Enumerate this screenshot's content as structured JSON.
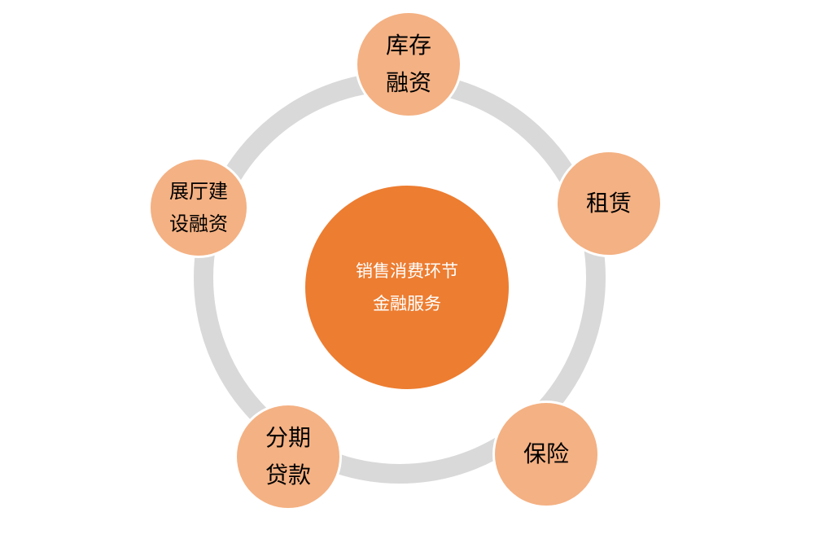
{
  "colors": {
    "ring": "#d9d9d9",
    "center": "#ed7d31",
    "node": "#f4b183",
    "node_border": "#ffffff",
    "node_text": "#000000",
    "center_text": "#ffffff"
  },
  "center": {
    "line1": "销售消费环节",
    "line2": "金融服务"
  },
  "nodes": {
    "top": {
      "line1": "库存",
      "line2": "融资"
    },
    "right": {
      "line1": "租赁"
    },
    "bottom_right": {
      "line1": "保险"
    },
    "bottom_left": {
      "line1": "分期",
      "line2": "贷款"
    },
    "left": {
      "line1": "展厅建",
      "line2": "设融资"
    }
  }
}
